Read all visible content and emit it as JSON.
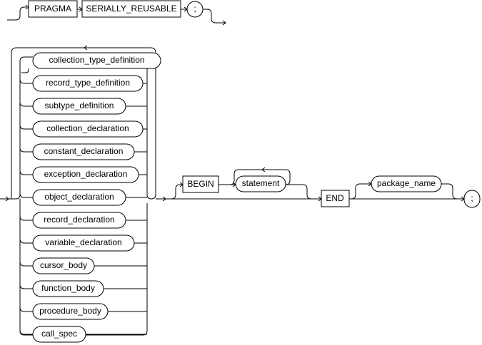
{
  "pragma_line": {
    "pragma_keyword": "PRAGMA",
    "serially_reusable_keyword": "SERIALLY_REUSABLE",
    "terminator": ";"
  },
  "declarations": [
    "collection_type_definition",
    "record_type_definition",
    "subtype_definition",
    "collection_declaration",
    "constant_declaration",
    "exception_declaration",
    "object_declaration",
    "record_declaration",
    "variable_declaration",
    "cursor_body",
    "function_body",
    "procedure_body",
    "call_spec"
  ],
  "body_section": {
    "begin_keyword": "BEGIN",
    "statement": "statement",
    "end_keyword": "END",
    "package_name": "package_name",
    "terminator": ";"
  }
}
